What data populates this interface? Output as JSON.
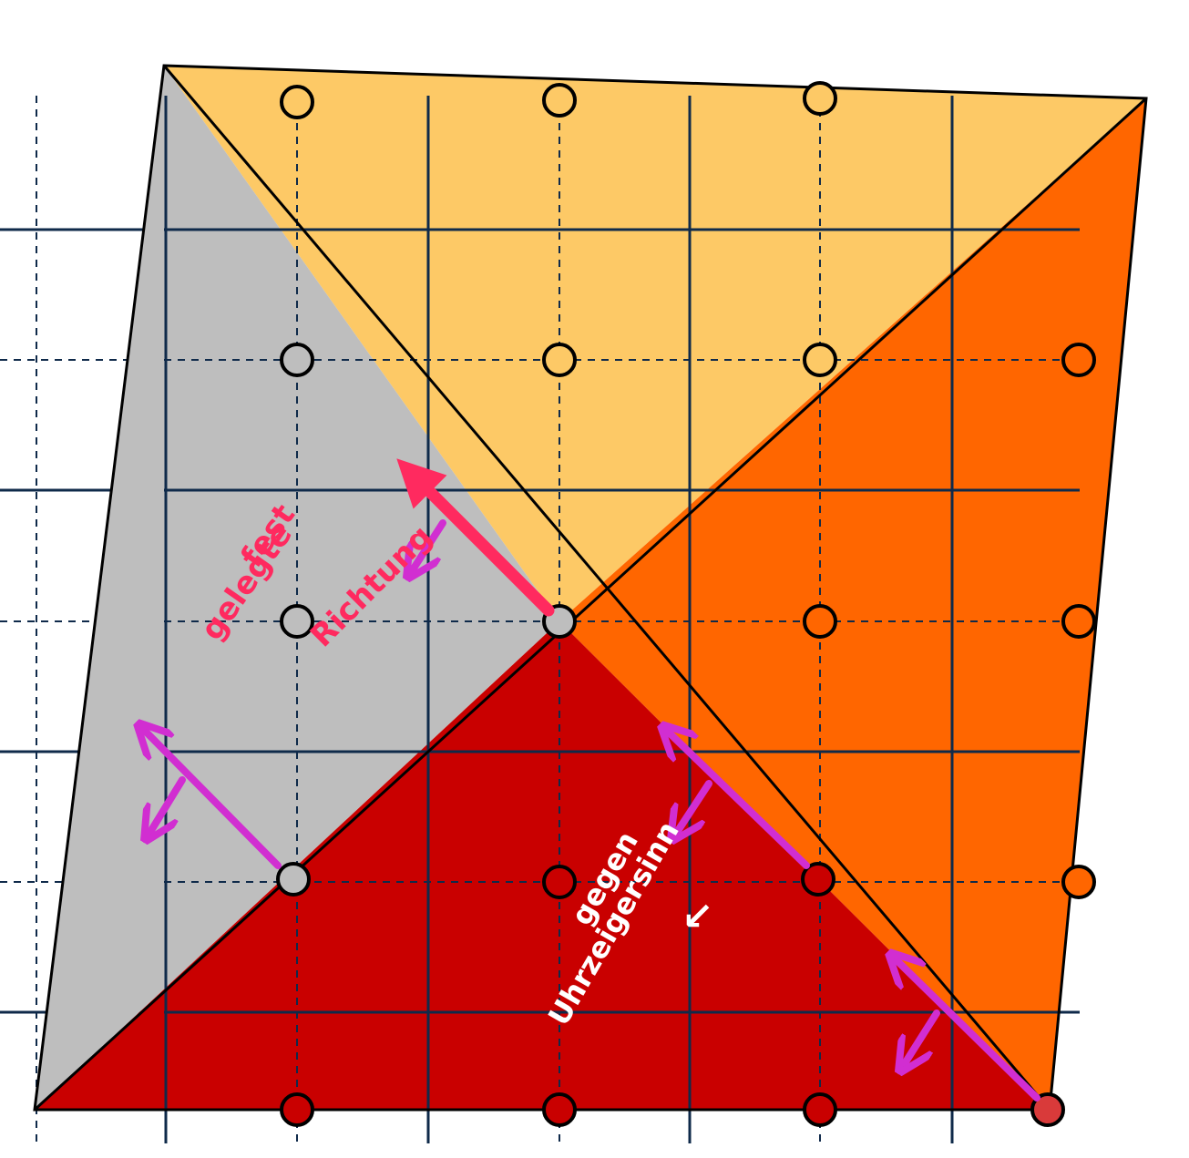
{
  "colors": {
    "quadrant_top": "#FDC966",
    "quadrant_left": "#BEBEBE",
    "quadrant_right": "#FF6600",
    "quadrant_bottom": "#C90000",
    "grid_solid": "#0F2A4A",
    "grid_dashed": "#0F2A4A",
    "pink_arrow": "#FF2A5F",
    "magenta_arrow": "#D12ED1",
    "outline": "#000000"
  },
  "annotations": {
    "fixed_direction": [
      "fest",
      "gelegte",
      "Richtung"
    ],
    "counterclockwise": [
      "gegen",
      "Uhrzeigersinn",
      "↙"
    ]
  }
}
